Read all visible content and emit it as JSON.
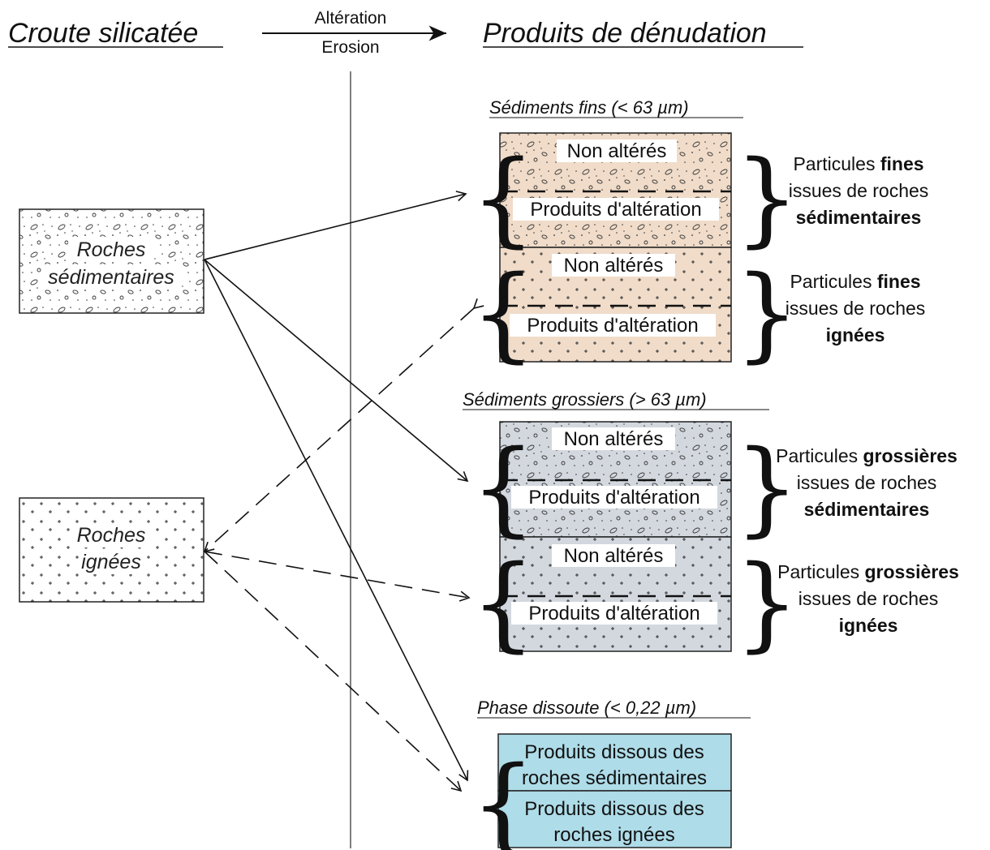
{
  "header": {
    "left_title": "Croute silicatée",
    "right_title": "Produits de dénudation",
    "arrow_top": "Altération",
    "arrow_bottom": "Erosion"
  },
  "sources": {
    "sedimentary": {
      "line1": "Roches",
      "line2": "sédimentaires"
    },
    "igneous": {
      "line1": "Roches",
      "line2": "ignées"
    }
  },
  "sections": {
    "fine": "Sédiments fins (< 63 µm)",
    "coarse": "Sédiments grossiers (> 63 µm)",
    "dissolved": "Phase dissoute (< 0,22 µm)"
  },
  "boxes": {
    "unaltered": "Non altérés",
    "altered": "Produits d'altération",
    "dissolved_sed": {
      "line1": "Produits dissous des",
      "line2": "roches sédimentaires"
    },
    "dissolved_ign": {
      "line1": "Produits dissous des",
      "line2": "roches ignées"
    }
  },
  "descriptions": {
    "fine_sed": {
      "pre": "Particules ",
      "bold": "fines",
      "line2": "issues de roches",
      "line3": "sédimentaires"
    },
    "fine_ign": {
      "pre": "Particules ",
      "bold": "fines",
      "line2": "issues de roches",
      "line3": "ignées"
    },
    "coarse_sed": {
      "pre": "Particules ",
      "bold": "grossières",
      "line2": "issues de roches",
      "line3": "sédimentaires"
    },
    "coarse_ign": {
      "pre": "Particules ",
      "bold": "grossières",
      "line2": "issues de roches",
      "line3": "ignées"
    }
  },
  "colors": {
    "fine_fill": "#f0dcc9",
    "coarse_fill": "#d3d8df",
    "dissolved_fill": "#aedce8",
    "stroke": "#222222"
  }
}
